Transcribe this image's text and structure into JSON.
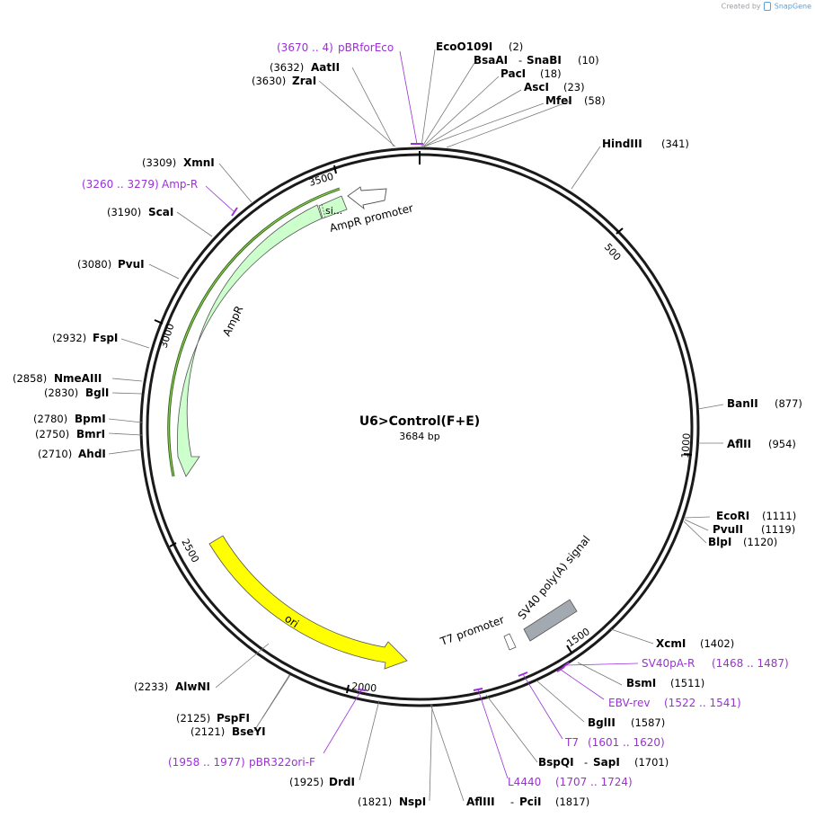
{
  "header": {
    "created_by": "Created by",
    "brand": "SnapGene"
  },
  "plasmid": {
    "name": "U6>Control(F+E)",
    "length_label": "3684 bp",
    "length": 3684
  },
  "ticks": [
    "500",
    "1000",
    "1500",
    "2000",
    "2500",
    "3000",
    "3500"
  ],
  "features": [
    {
      "name": "AmpR promoter",
      "color": "#ffffff"
    },
    {
      "name": "AmpR",
      "color": "#ccffcc"
    },
    {
      "name": "si...",
      "color": "#ccffcc"
    },
    {
      "name": "ori",
      "color": "#ffff00"
    },
    {
      "name": "SV40 poly(A) signal",
      "color": "#a3a9b0"
    },
    {
      "name": "T7 promoter",
      "color": "#ffffff"
    }
  ],
  "sites": [
    {
      "name": "EcoO109I",
      "pos": "(2)"
    },
    {
      "name": "BsaAI",
      "pos": ""
    },
    {
      "name": "SnaBI",
      "pos": "(10)"
    },
    {
      "name": "PacI",
      "pos": "(18)"
    },
    {
      "name": "AscI",
      "pos": "(23)"
    },
    {
      "name": "MfeI",
      "pos": "(58)"
    },
    {
      "name": "HindIII",
      "pos": "(341)"
    },
    {
      "name": "BanII",
      "pos": "(877)"
    },
    {
      "name": "AflII",
      "pos": "(954)"
    },
    {
      "name": "EcoRI",
      "pos": "(1111)"
    },
    {
      "name": "PvuII",
      "pos": "(1119)"
    },
    {
      "name": "BlpI",
      "pos": "(1120)"
    },
    {
      "name": "XcmI",
      "pos": "(1402)"
    },
    {
      "name": "BsmI",
      "pos": "(1511)"
    },
    {
      "name": "BglII",
      "pos": "(1587)"
    },
    {
      "name": "BspQI",
      "pos": ""
    },
    {
      "name": "SapI",
      "pos": "(1701)"
    },
    {
      "name": "AflIII",
      "pos": ""
    },
    {
      "name": "PciI",
      "pos": "(1817)"
    },
    {
      "name": "NspI",
      "pos": "(1821)"
    },
    {
      "name": "DrdI",
      "pos": "(1925)"
    },
    {
      "name": "BseYI",
      "pos": "(2121)"
    },
    {
      "name": "PspFI",
      "pos": "(2125)"
    },
    {
      "name": "AlwNI",
      "pos": "(2233)"
    },
    {
      "name": "AhdI",
      "pos": "(2710)"
    },
    {
      "name": "BmrI",
      "pos": "(2750)"
    },
    {
      "name": "BpmI",
      "pos": "(2780)"
    },
    {
      "name": "BglI",
      "pos": "(2830)"
    },
    {
      "name": "NmeAIII",
      "pos": "(2858)"
    },
    {
      "name": "FspI",
      "pos": "(2932)"
    },
    {
      "name": "PvuI",
      "pos": "(3080)"
    },
    {
      "name": "ScaI",
      "pos": "(3190)"
    },
    {
      "name": "XmnI",
      "pos": "(3309)"
    },
    {
      "name": "ZraI",
      "pos": "(3630)"
    },
    {
      "name": "AatII",
      "pos": "(3632)"
    }
  ],
  "primers": [
    {
      "name": "pBRforEco",
      "pos": "(3670 .. 4)"
    },
    {
      "name": "Amp-R",
      "pos": "(3260 .. 3279)"
    },
    {
      "name": "SV40pA-R",
      "pos": "(1468 .. 1487)"
    },
    {
      "name": "EBV-rev",
      "pos": "(1522 .. 1541)"
    },
    {
      "name": "T7",
      "pos": "(1601 .. 1620)"
    },
    {
      "name": "L4440",
      "pos": "(1707 .. 1724)"
    },
    {
      "name": "pBR322ori-F",
      "pos": "(1958 .. 1977)"
    }
  ]
}
